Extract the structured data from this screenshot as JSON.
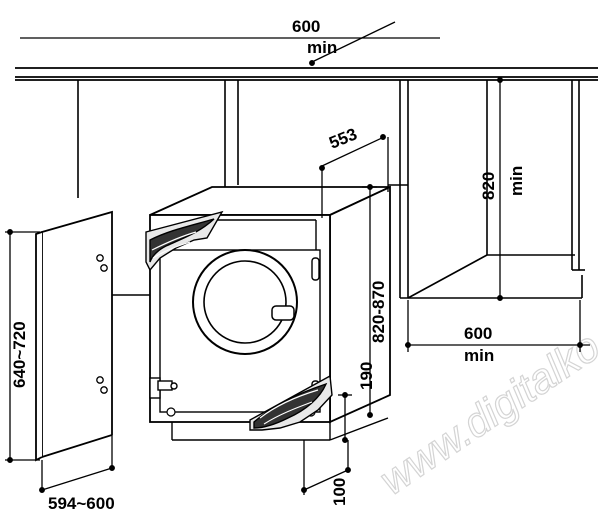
{
  "dimensions": {
    "top_width": "600",
    "top_min": "min",
    "depth": "553",
    "niche_height": "820",
    "niche_height_min": "min",
    "height_range": "820-870",
    "bottom_width": "600",
    "bottom_min": "min",
    "plinth": "190",
    "foot_depth": "100",
    "door_height": "640~720",
    "door_width": "594~600"
  },
  "watermark": "www.digitalko.hu",
  "colors": {
    "line": "#000000",
    "wood_light": "#e8e8e8",
    "wood_dark": "#333333",
    "watermark": "#d4d4d4"
  }
}
